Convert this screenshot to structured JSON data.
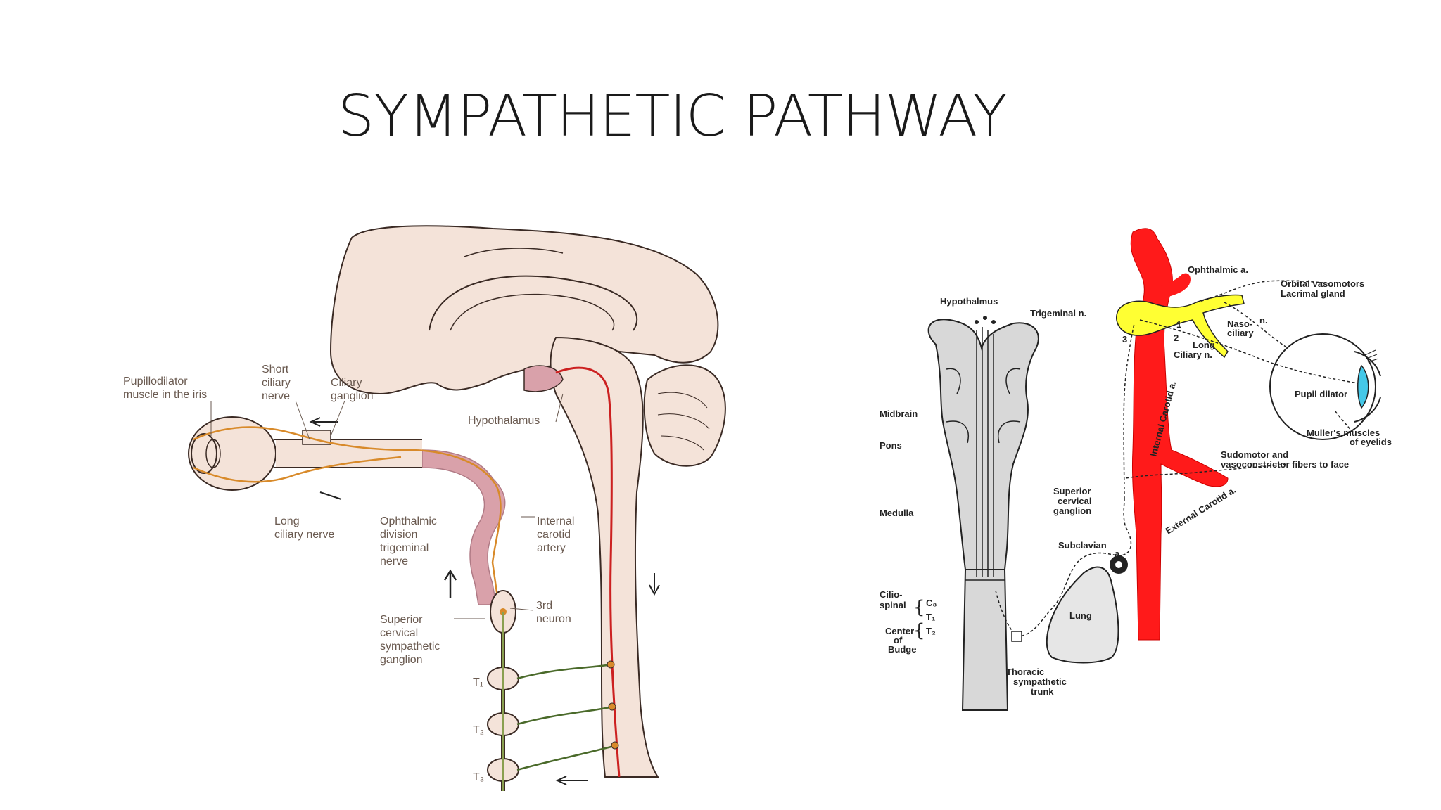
{
  "slide": {
    "title": "SYMPATHETIC PATHWAY"
  },
  "left_diagram": {
    "labels": {
      "pupillodilator_1": "Pupillodilator",
      "pupillodilator_2": "muscle in the iris",
      "short_ciliary_1": "Short",
      "short_ciliary_2": "ciliary",
      "short_ciliary_3": "nerve",
      "ciliary_ganglion_1": "Ciliary",
      "ciliary_ganglion_2": "ganglion",
      "hypothalamus": "Hypothalamus",
      "long_ciliary_1": "Long",
      "long_ciliary_2": "ciliary nerve",
      "ophthalmic_1": "Ophthalmic",
      "ophthalmic_2": "division",
      "ophthalmic_3": "trigeminal",
      "ophthalmic_4": "nerve",
      "internal_carotid_1": "Internal",
      "internal_carotid_2": "carotid",
      "internal_carotid_3": "artery",
      "third_neuron_1": "3rd",
      "third_neuron_2": "neuron",
      "scg_1": "Superior",
      "scg_2": "cervical",
      "scg_3": "sympathetic",
      "scg_4": "ganglion",
      "t1": "T₁",
      "t2": "T₂",
      "t3": "T₃"
    }
  },
  "right_diagram": {
    "labels": {
      "hypothalmus": "Hypothalmus",
      "midbrain": "Midbrain",
      "pons": "Pons",
      "medulla": "Medulla",
      "ciliospinal_1": "Cilio-",
      "ciliospinal_2": "spinal",
      "c8": "C₈",
      "t1": "T₁",
      "t2": "T₂",
      "center_1": "Center",
      "center_2": "of",
      "center_3": "Budge",
      "ophthalmic_a": "Ophthalmic a.",
      "orbital_1": "Orbital vasomotors",
      "orbital_2": "Lacrimal gland",
      "trigeminal": "Trigeminal n.",
      "naso_1": "Naso-",
      "naso_2": "ciliary",
      "naso_n": "n.",
      "long_ciliary_1": "Long",
      "long_ciliary_2": "Ciliary n.",
      "num1": "1",
      "num2": "2",
      "num3": "3",
      "internal_carotid": "Internal Carotid a.",
      "pupil_dilator": "Pupil dilator",
      "muller_1": "Muller's muscles",
      "muller_2": "of eyelids",
      "sudomotor_1": "Sudomotor and",
      "sudomotor_2": "vasoconstrictor fibers to face",
      "external_carotid": "External Carotid a.",
      "scg_1": "Superior",
      "scg_2": "cervical",
      "scg_3": "ganglion",
      "subclavian_1": "Subclavian",
      "subclavian_2": "a.",
      "lung": "Lung",
      "thoracic_1": "Thoracic",
      "thoracic_2": "sympathetic",
      "thoracic_3": "trunk"
    }
  },
  "colors": {
    "tissue": "#f4e3d9",
    "tissue_outline": "#3a2a24",
    "nerve_orange": "#d88a2a",
    "artery_red": "#cc2020",
    "artery_pink": "#d9a1aa",
    "green_fiber": "#4a6a2a",
    "right_red": "#ff1a1a",
    "right_yellow": "#ffff33",
    "right_grey": "#d8d8d8",
    "iris_cyan": "#44c8e8"
  }
}
